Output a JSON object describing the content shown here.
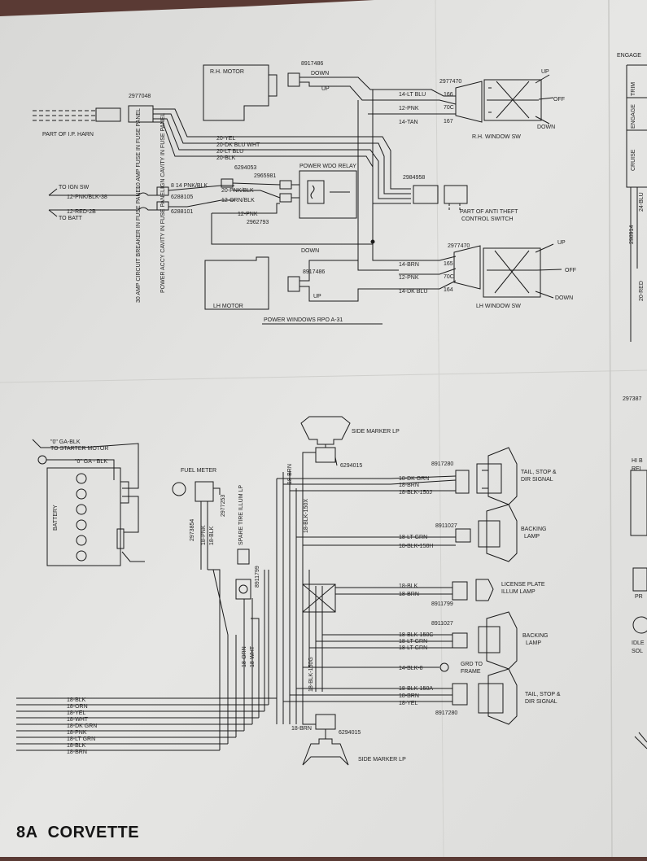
{
  "page": {
    "number": "8A",
    "model": "CORVETTE"
  },
  "power_windows": {
    "caption": "POWER WINDOWS RPO A-31",
    "rh_motor": "R.H. MOTOR",
    "lh_motor": "LH MOTOR",
    "relay": "POWER WDO RELAY",
    "rh_switch": "R.H. WINDOW SW",
    "lh_switch": "LH WINDOW SW",
    "anti_theft": [
      "PART OF ANTI THEFT",
      "CONTROL SWITCH"
    ],
    "ip_harn": "PART OF I.P. HARN",
    "to_ign": "TO IGN SW",
    "to_batt": "TO BATT",
    "up": "UP",
    "down": "DOWN",
    "off": "OFF",
    "parts": [
      "8917486",
      "2977048",
      "2977470",
      "2984958",
      "6294053",
      "2965981",
      "6288105",
      "6288101",
      "2962793"
    ],
    "wires_top": [
      "20-YEL",
      "20-DK BLU WHT",
      "20-LT BLU",
      "20-BLK"
    ],
    "rh_sw_wires": [
      "14-LT BLU",
      "12-PNK",
      "14-TAN"
    ],
    "rh_sw_circ": [
      "166",
      "70C",
      "167"
    ],
    "lh_sw_wires": [
      "14-BRN",
      "12-PNK",
      "14-DK BLU"
    ],
    "lh_sw_circ": [
      "165",
      "70C",
      "164"
    ],
    "fuse_wires": [
      "8 14 PNK/BLK",
      "20-PNK/BLK",
      "12-ORN/BLK",
      "12-PNK"
    ],
    "ign_wires": [
      "12-PNK/BLK-38",
      "12-RED-2B"
    ],
    "vertical_labels": [
      "30 AMP CIRCUIT BREAKER IN FUSE PANEL",
      "10 AMP FUSE IN FUSE PANEL",
      "IGN CAVITY IN FUSE PANEL",
      "POWER ACCY CAVITY IN FUSE PANEL"
    ]
  },
  "right_partial": {
    "engage": "ENGAGE",
    "vlabels": [
      "TRIM",
      "ENGAGE",
      "CRUISE",
      "24-BLU",
      "20-RED",
      "298914"
    ],
    "part": "297387",
    "hi_rel": [
      "HI B",
      "REL"
    ],
    "bottom": [
      "PR",
      "IDLE",
      "SOL"
    ]
  },
  "lighting": {
    "to_starter": "\"0\" GA-BLK",
    "to_starter2": "TO STARTER MOTOR",
    "ga_blk": "\"0\" GA - BLK",
    "battery": "BATTERY",
    "fuel_meter": "FUEL METER",
    "side_marker": "SIDE MARKER LP",
    "tail_stop": [
      "TAIL, STOP &",
      "DIR SIGNAL"
    ],
    "backing": [
      "BACKING",
      "LAMP"
    ],
    "license": [
      "LICENSE PLATE",
      "ILLUM LAMP"
    ],
    "grd": [
      "GRD TO",
      "FRAME"
    ],
    "parts": [
      "6294015",
      "8917280",
      "8911027",
      "8911799",
      "2977253",
      "2973854"
    ],
    "spare_tire": "SPARE TIRE ILLUM LP",
    "fuel_wires": [
      "18-PNK",
      "18-BLK"
    ],
    "tail_upper_wires": [
      "18-DK GRN",
      "18-BRN",
      "18-BLK-150J"
    ],
    "backing_upper_wires": [
      "18-LT GRN",
      "18-BLK-150H"
    ],
    "license_wires": [
      "18-BLK",
      "18-BRN"
    ],
    "backing_lower_wires": [
      "18-BLK-150C",
      "18-LT GRN",
      "18-LT GRN"
    ],
    "grd_wire": "14-BLK-8",
    "tail_lower_wires": [
      "18-BLK-150A",
      "18-BRN",
      "18-YEL"
    ],
    "harness_wires": [
      "18-BLK",
      "18-ORN",
      "18-YEL",
      "18-WHT",
      "18-DK GRN",
      "18-PNK",
      "18-LT GRN",
      "18-BLK",
      "18-BRN"
    ],
    "vert_wires": [
      "18-BRN",
      "18-BLK-150X",
      "18-ORN",
      "18-WHT",
      "18-BLK-150G"
    ]
  }
}
